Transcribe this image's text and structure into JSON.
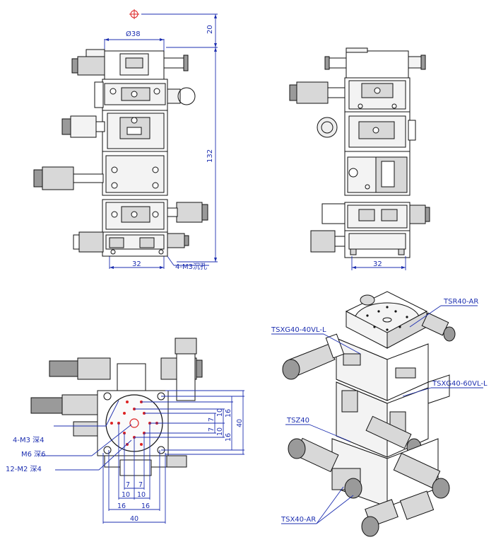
{
  "views": {
    "front": {
      "dia_label": "Ø38",
      "top_offset": "20",
      "height": "132",
      "base_width": "32",
      "holes_note": "4-M3沉孔"
    },
    "side": {
      "base_width": "32"
    },
    "top": {
      "callout_m3": "4-M3 深4",
      "callout_m6": "M6 深6",
      "callout_m2": "12-M2 深4",
      "dims_x": [
        "7",
        "7",
        "10",
        "10",
        "16",
        "16",
        "40"
      ],
      "dims_y": [
        "10",
        "7",
        "7",
        "10",
        "16",
        "16",
        "40"
      ]
    },
    "iso": {
      "labels": [
        "TSR40-AR",
        "TSXG40-40VL-L",
        "TSXG40-60VL-L",
        "TSZ40",
        "TSX40-AR"
      ]
    }
  },
  "colors": {
    "dimension": "#1d2fb0",
    "marker": "#dd2222",
    "outline": "#111111"
  }
}
